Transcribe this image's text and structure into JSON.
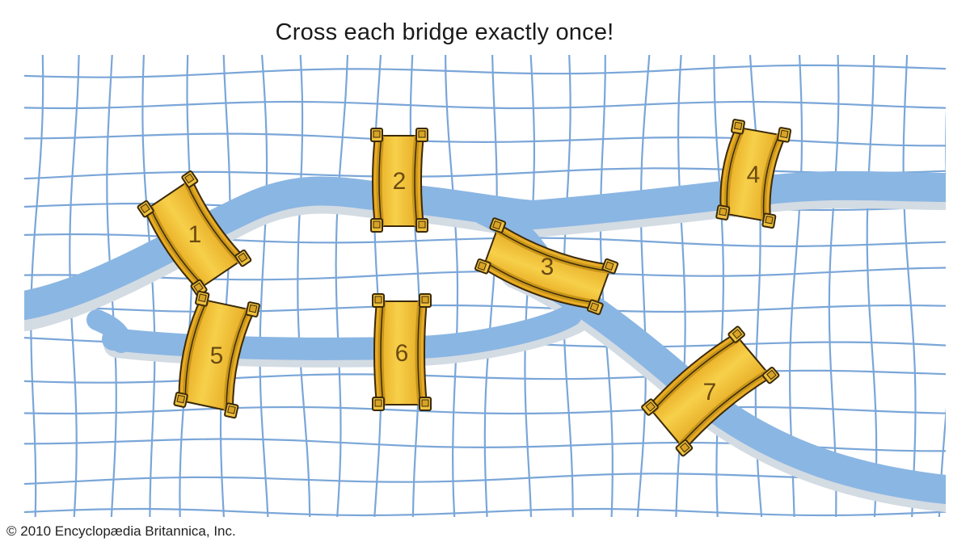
{
  "title": "Cross each bridge exactly once!",
  "credit": "© 2010 Encyclopædia Britannica, Inc.",
  "colors": {
    "grid": "#7aa6d8",
    "river": "#8ab6e3",
    "river_shadow": "#d3dbe3",
    "bridge_fill": "#f2c63a",
    "bridge_dark": "#c8951a",
    "bridge_outline": "#3b2a0a"
  },
  "bridges": [
    {
      "label": "1"
    },
    {
      "label": "2"
    },
    {
      "label": "3"
    },
    {
      "label": "4"
    },
    {
      "label": "5"
    },
    {
      "label": "6"
    },
    {
      "label": "7"
    }
  ]
}
